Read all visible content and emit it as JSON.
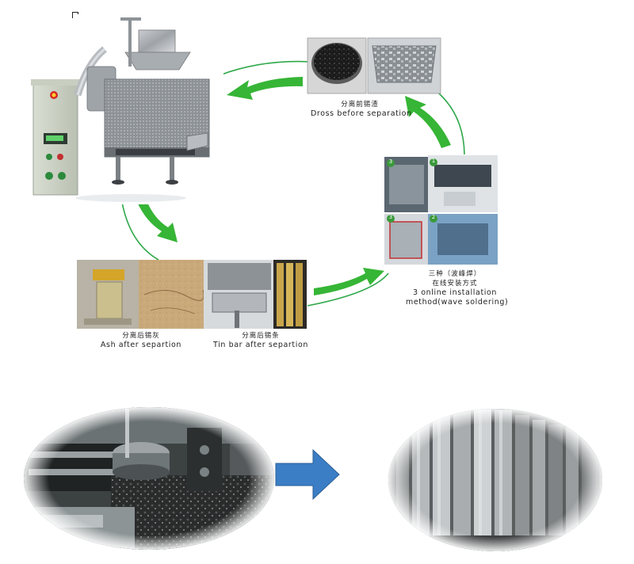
{
  "diagram": {
    "steps": [
      {
        "id": "dross",
        "zh": "分离前锡渣",
        "en": "Dross before separation"
      },
      {
        "id": "ash",
        "zh": "分离后锡灰",
        "en": "Ash after separtion"
      },
      {
        "id": "tinbar",
        "zh": "分离后锡条",
        "en": "Tin bar after separtion"
      },
      {
        "id": "install",
        "zh": "三种（波峰焊）",
        "zh2": "在线安装方式",
        "en": "3 online installation",
        "en2": "method(wave soldering)"
      }
    ],
    "install_panels": [
      "3",
      "1",
      "3",
      "2"
    ]
  },
  "colors": {
    "flow_arrow": "#36b536",
    "ring": "#2ea84a",
    "transition_arrow": "#3b7ec5"
  }
}
